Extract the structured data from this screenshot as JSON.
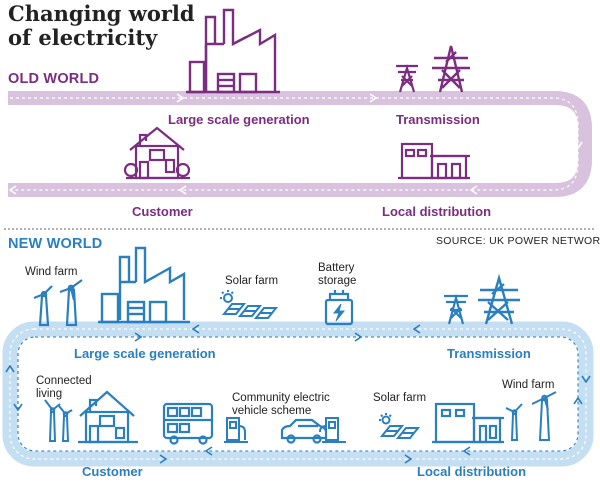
{
  "title_line1": "Changing world",
  "title_line2": "of electricity",
  "old_world": {
    "heading": "OLD WORLD",
    "color": "#7b2d7f",
    "track_color": "#d9c2dd",
    "labels": {
      "large_scale_generation": "Large scale generation",
      "transmission": "Transmission",
      "customer": "Customer",
      "local_distribution": "Local distribution"
    }
  },
  "new_world": {
    "heading": "NEW WORLD",
    "color": "#2a7fc0",
    "track_color": "#c4def2",
    "labels": {
      "wind_farm_top": "Wind farm",
      "solar_farm_top": "Solar farm",
      "battery_storage_line1": "Battery",
      "battery_storage_line2": "storage",
      "large_scale_generation": "Large scale generation",
      "transmission": "Transmission",
      "connected_living_line1": "Connected",
      "connected_living_line2": "living",
      "community_ev_line1": "Community electric",
      "community_ev_line2": "vehicle scheme",
      "solar_farm_bottom": "Solar farm",
      "wind_farm_bottom": "Wind farm",
      "customer": "Customer",
      "local_distribution": "Local distribution"
    }
  },
  "source": "SOURCE: UK POWER NETWORKS"
}
